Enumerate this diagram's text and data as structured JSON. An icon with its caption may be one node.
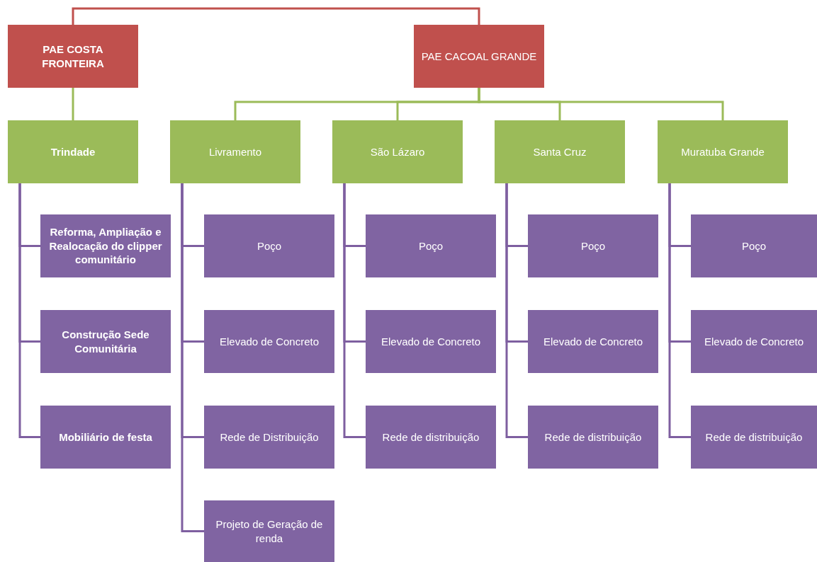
{
  "diagram": {
    "nodes": [
      {
        "text": [
          "PAE COSTA FRONTEIRA"
        ]
      },
      {
        "text": [
          "PAE CACOAL GRANDE"
        ]
      },
      {
        "text": [
          "Trindade"
        ]
      },
      {
        "text": [
          "Livramento"
        ]
      },
      {
        "text": [
          "São Lázaro"
        ]
      },
      {
        "text": [
          "Santa Cruz"
        ]
      },
      {
        "text": [
          "Muratuba Grande"
        ]
      },
      {
        "text": [
          "Reforma, Ampliação e Realocação do clipper comunitário"
        ]
      },
      {
        "text": [
          "Construção Sede Comunitária"
        ]
      },
      {
        "text": [
          "Mobiliário de festa"
        ]
      },
      {
        "text": [
          "Poço"
        ]
      },
      {
        "text": [
          "Elevado de Concreto"
        ]
      },
      {
        "text": [
          "Rede de Distribuição"
        ]
      },
      {
        "text": [
          "Projeto de Geração de renda"
        ]
      },
      {
        "text": [
          "Poço"
        ]
      },
      {
        "text": [
          "Elevado de Concreto"
        ]
      },
      {
        "text": [
          "Rede de distribuição"
        ]
      },
      {
        "text": [
          "Poço"
        ]
      },
      {
        "text": [
          "Elevado de Concreto"
        ]
      },
      {
        "text": [
          "Rede de distribuição"
        ]
      },
      {
        "text": [
          "Poço"
        ]
      },
      {
        "text": [
          "Elevado de Concreto"
        ]
      },
      {
        "text": [
          "Rede de distribuição"
        ]
      }
    ],
    "edges": [
      {
        "from": 0,
        "to": 1,
        "arrow": "none",
        "color": "#c0504d"
      },
      {
        "from": 0,
        "to": 2,
        "arrow": "none",
        "color": "#9bbb59"
      },
      {
        "from": 1,
        "to": 3,
        "arrow": "none",
        "color": "#9bbb59"
      },
      {
        "from": 1,
        "to": 4,
        "arrow": "none",
        "color": "#9bbb59"
      },
      {
        "from": 1,
        "to": 5,
        "arrow": "none",
        "color": "#9bbb59"
      },
      {
        "from": 1,
        "to": 6,
        "arrow": "none",
        "color": "#9bbb59"
      },
      {
        "from": 2,
        "to": 7,
        "arrow": "none"
      },
      {
        "from": 2,
        "to": 8,
        "arrow": "none"
      },
      {
        "from": 2,
        "to": 9,
        "arrow": "none"
      },
      {
        "from": 3,
        "to": 10,
        "arrow": "none"
      },
      {
        "from": 3,
        "to": 11,
        "arrow": "none"
      },
      {
        "from": 3,
        "to": 12,
        "arrow": "none"
      },
      {
        "from": 3,
        "to": 13,
        "arrow": "none"
      },
      {
        "from": 4,
        "to": 14,
        "arrow": "none"
      },
      {
        "from": 4,
        "to": 15,
        "arrow": "none"
      },
      {
        "from": 4,
        "to": 16,
        "arrow": "none"
      },
      {
        "from": 5,
        "to": 17,
        "arrow": "none"
      },
      {
        "from": 5,
        "to": 18,
        "arrow": "none"
      },
      {
        "from": 5,
        "to": 19,
        "arrow": "none"
      },
      {
        "from": 6,
        "to": 20,
        "arrow": "none"
      },
      {
        "from": 6,
        "to": 21,
        "arrow": "none"
      },
      {
        "from": 6,
        "to": 22,
        "arrow": "none"
      }
    ]
  }
}
